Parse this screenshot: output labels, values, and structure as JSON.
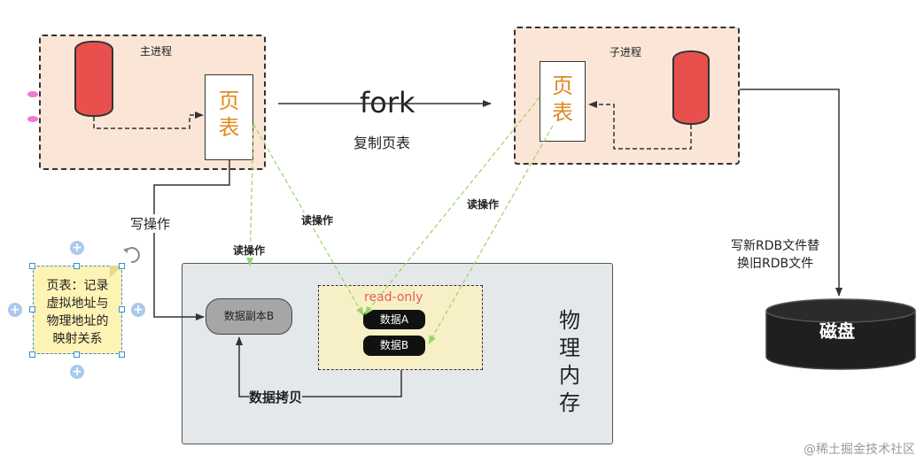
{
  "main_process": {
    "title": "主进程",
    "page_table": "页表"
  },
  "child_process": {
    "title": "子进程",
    "page_table": "页表"
  },
  "fork": {
    "label": "fork",
    "caption": "复制页表"
  },
  "edges": {
    "write_op": "写操作",
    "read_op_1": "读操作",
    "read_op_2": "读操作",
    "read_op_3": "读操作",
    "data_copy": "数据拷贝",
    "rdb": "写新RDB文件替\n换旧RDB文件"
  },
  "memory": {
    "title": "物\n理\n内\n存",
    "copy_block": "数据副本B",
    "read_only_label": "read-only",
    "data_a": "数据A",
    "data_b": "数据B"
  },
  "note": {
    "text": "页表：记录\n虚拟地址与\n物理地址的\n映射关系"
  },
  "disk": {
    "label": "磁盘"
  },
  "watermark": "@稀土掘金技术社区",
  "colors": {
    "process_bg": "#fbe5d6",
    "cylinder": "#e8504d",
    "page_table_text": "#e08a1e",
    "read_arrow": "#9ad46a",
    "read_only_text": "#e85a5a",
    "note_bg": "#fdf3b4"
  }
}
